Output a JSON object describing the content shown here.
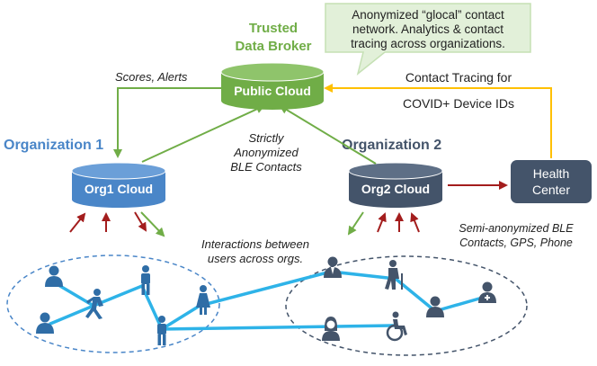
{
  "broker": {
    "title_line1": "Trusted",
    "title_line2": "Data Broker",
    "cloud_label": "Public Cloud",
    "callout_line1": "Anonymized “glocal” contact",
    "callout_line2": "network. Analytics & contact",
    "callout_line3": "tracing across organizations."
  },
  "org1": {
    "title": "Organization 1",
    "cloud_label": "Org1 Cloud"
  },
  "org2": {
    "title": "Organization 2",
    "cloud_label": "Org2 Cloud"
  },
  "health": {
    "line1": "Health",
    "line2": "Center"
  },
  "labels": {
    "scores_alerts": "Scores, Alerts",
    "contact_tracing_line1": "Contact Tracing for",
    "contact_tracing_line2": "COVID+ Device IDs",
    "strictly_line1": "Strictly",
    "strictly_line2": "Anonymized",
    "strictly_line3": "BLE Contacts",
    "interactions_line1": "Interactions between",
    "interactions_line2": "users across orgs.",
    "semi_line1": "Semi-anonymized BLE",
    "semi_line2": "Contacts, GPS, Phone"
  },
  "colors": {
    "green": "#70ad47",
    "green_dark": "#5b9b3c",
    "org1_blue": "#4a86c8",
    "org2_dark": "#44546a",
    "health": "#44546a",
    "yellow": "#ffc000",
    "red": "#a31d1d",
    "link": "#2eb3e8",
    "person": "#2f6da6"
  }
}
